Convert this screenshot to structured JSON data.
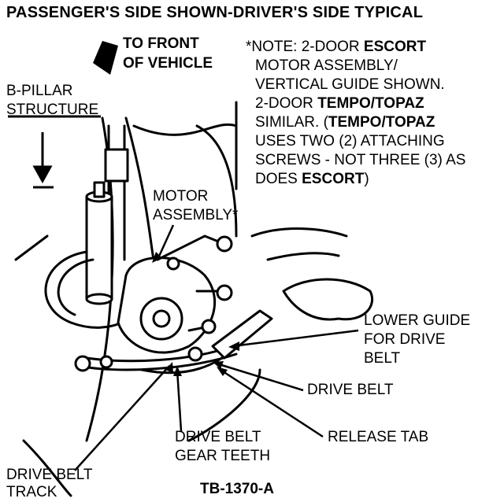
{
  "header": "PASSENGER'S SIDE SHOWN-DRIVER'S SIDE TYPICAL",
  "front_arrow": {
    "line1": "TO FRONT",
    "line2": "OF VEHICLE"
  },
  "note": {
    "l1a": "*NOTE: 2-DOOR ",
    "l1b": "ESCORT",
    "l2": "MOTOR ASSEMBLY/",
    "l3": "VERTICAL GUIDE SHOWN.",
    "l4a": "2-DOOR ",
    "l4b": "TEMPO/TOPAZ",
    "l5a": "SIMILAR. (",
    "l5b": "TEMPO/TOPAZ",
    "l6": "USES TWO (2) ATTACHING",
    "l7": "SCREWS - NOT THREE (3) AS",
    "l8a": "DOES ",
    "l8b": "ESCORT",
    "l8c": ")"
  },
  "labels": {
    "bpillar1": "B-PILLAR",
    "bpillar2": "STRUCTURE",
    "motor1": "MOTOR",
    "motor2": "ASSEMBLY*",
    "lower1": "LOWER GUIDE",
    "lower2": "FOR DRIVE",
    "lower3": "BELT",
    "drivebelt": "DRIVE BELT",
    "release": "RELEASE TAB",
    "gear1": "DRIVE BELT",
    "gear2": "GEAR TEETH",
    "track1": "DRIVE BELT",
    "track2": "TRACK"
  },
  "figure_id": "TB-1370-A"
}
